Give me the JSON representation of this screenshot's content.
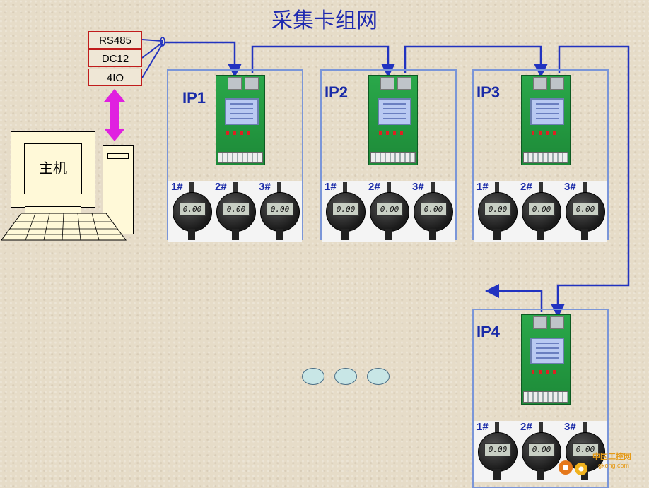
{
  "title": "采集卡组网",
  "host": {
    "label": "主机"
  },
  "ports": [
    "RS485",
    "DC12",
    "4IO"
  ],
  "colors": {
    "title": "#1f2ab0",
    "wire": "#2233c0",
    "link": "#e020e0",
    "panel_border": "#7b96d8"
  },
  "panels": [
    {
      "label": "IP1",
      "gauges": [
        {
          "num": "1#",
          "reading": "0.00"
        },
        {
          "num": "2#",
          "reading": "0.00"
        },
        {
          "num": "3#",
          "reading": "0.00"
        }
      ]
    },
    {
      "label": "IP2",
      "gauges": [
        {
          "num": "1#",
          "reading": "0.00"
        },
        {
          "num": "2#",
          "reading": "0.00"
        },
        {
          "num": "3#",
          "reading": "0.00"
        }
      ]
    },
    {
      "label": "IP3",
      "gauges": [
        {
          "num": "1#",
          "reading": "0.00"
        },
        {
          "num": "2#",
          "reading": "0.00"
        },
        {
          "num": "3#",
          "reading": "0.00"
        }
      ]
    },
    {
      "label": "IP4",
      "gauges": [
        {
          "num": "1#",
          "reading": "0.00"
        },
        {
          "num": "2#",
          "reading": "0.00"
        },
        {
          "num": "3#",
          "reading": "0.00"
        }
      ]
    }
  ],
  "watermark": {
    "line1": "中国工控网",
    "line2": "gkong.com"
  }
}
